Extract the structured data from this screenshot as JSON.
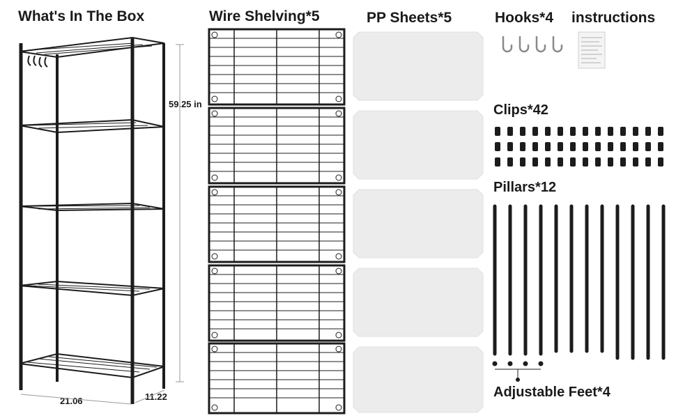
{
  "titles": {
    "box": "What's In The Box",
    "wire": "Wire Shelving*5",
    "pp": "PP Sheets*5",
    "hooks": "Hooks*4",
    "instructions": "instructions",
    "clips": "Clips*42",
    "pillars": "Pillars*12",
    "feet": "Adjustable Feet*4"
  },
  "dimensions": {
    "height": "59.25 in",
    "width": "21.06",
    "depth": "11.22"
  },
  "colors": {
    "metal": "#1c1c1c",
    "sheet": "#ececec",
    "text": "#1a1a1a"
  },
  "counts": {
    "wire_shelves": 5,
    "pp_sheets": 5,
    "hooks": 4,
    "clips": 42,
    "pillars": 12,
    "feet": 4
  }
}
